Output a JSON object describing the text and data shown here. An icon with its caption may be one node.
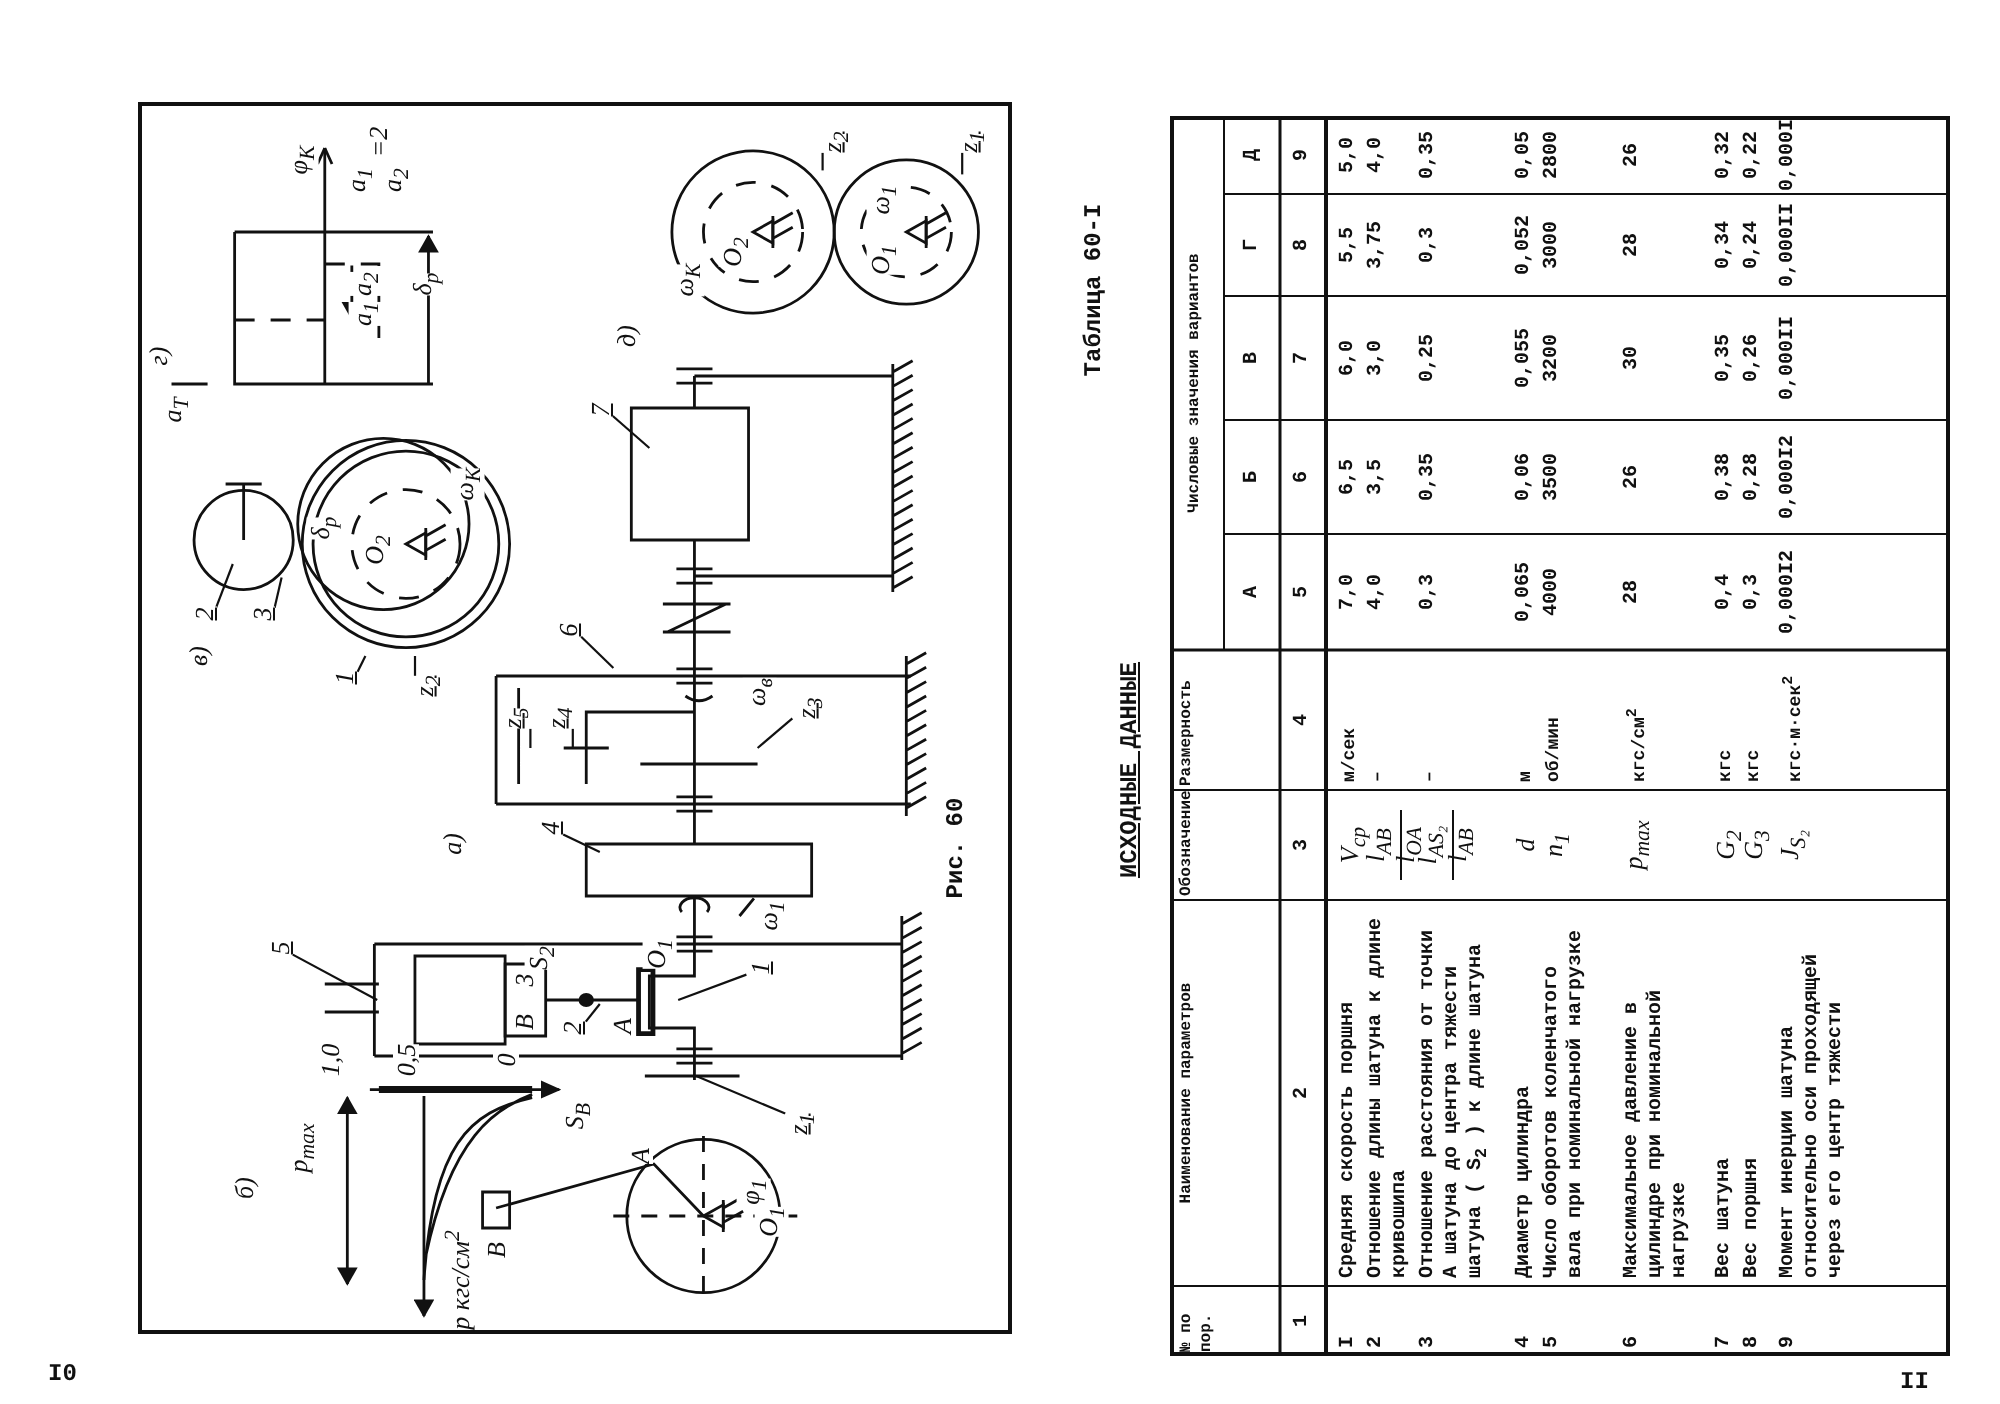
{
  "diagram": {
    "nodes": [
      {
        "text": [
          "5"
        ]
      },
      {
        "text": [
          "2"
        ]
      },
      {
        "text": [
          "1"
        ]
      },
      {
        "text": [
          "z$_{1}$"
        ]
      },
      {
        "text": [
          "4"
        ]
      },
      {
        "text": [
          "z$_{5}$"
        ]
      },
      {
        "text": [
          "z$_{4}$"
        ]
      },
      {
        "text": [
          "6"
        ]
      },
      {
        "text": [
          "z$_{3}$"
        ]
      },
      {
        "text": [
          "7"
        ]
      },
      {
        "text": [
          "2"
        ]
      },
      {
        "text": [
          "3"
        ]
      },
      {
        "text": [
          "1"
        ]
      },
      {
        "text": [
          "z$_{2}$"
        ]
      },
      {
        "text": [
          "z$_{2}$"
        ]
      },
      {
        "text": [
          "z$_{1}$"
        ]
      }
    ],
    "edges": [
      {
        "from": 0,
        "to": null,
        "arrow": "none"
      },
      {
        "from": 1,
        "to": null,
        "arrow": "none"
      },
      {
        "from": 2,
        "to": null,
        "arrow": "none"
      },
      {
        "from": 3,
        "to": null,
        "arrow": "none"
      },
      {
        "from": 4,
        "to": null,
        "arrow": "none"
      },
      {
        "from": 5,
        "to": null,
        "arrow": "none"
      },
      {
        "from": 6,
        "to": null,
        "arrow": "none"
      },
      {
        "from": 7,
        "to": null,
        "arrow": "none"
      },
      {
        "from": 8,
        "to": null,
        "arrow": "none"
      },
      {
        "from": 9,
        "to": null,
        "arrow": "none"
      },
      {
        "from": 10,
        "to": null,
        "arrow": "none"
      },
      {
        "from": 11,
        "to": null,
        "arrow": "none"
      },
      {
        "from": 12,
        "to": null,
        "arrow": "none"
      },
      {
        "from": 13,
        "to": null,
        "arrow": "none"
      },
      {
        "from": 14,
        "to": null,
        "arrow": "none"
      },
      {
        "from": 15,
        "to": null,
        "arrow": "none"
      }
    ],
    "labels": [
      "б)",
      "p$_{max}$",
      "p кгс/см$^{2}$",
      "1,0",
      "0,5",
      "0",
      "S$_{B}$",
      "A",
      "φ$_{1}$",
      "O$_{1}$",
      "В",
      "В",
      "3",
      "S$_{2}$",
      "A",
      "O$_{1}$",
      "ω$_{1}$",
      "а)",
      "Рис. 60",
      "ω$_{в}$",
      "д)",
      "в)",
      "δ$_{p}$",
      "O$_{2}$",
      "ω$_{K}$",
      "a$_{T}$",
      "г)",
      "a$_{1}$",
      "a$_{2}$",
      "δ$_{p}$",
      "φ$_{K}$",
      "a$_{1}$",
      "a$_{2}$",
      "=2",
      "ω$_{K}$",
      "O$_{2}$",
      "ω$_{1}$",
      "O$_{1}$",
      "I0",
      "Таблица 60-I",
      "ИСХОДНЫЕ ДАННЫЕ",
      "№ по пор.",
      "Наименование параметров",
      "Обозначение",
      "Размерность",
      "Числовые значения вариантов",
      "А",
      "Б",
      "В",
      "Г",
      "Д",
      "1",
      "2",
      "3",
      "4",
      "5",
      "6",
      "7",
      "8",
      "9",
      "I",
      "Средняя скорость поршня",
      "V$_{ср}$",
      "м/сек",
      "7,0",
      "6,5",
      "6,0",
      "5,5",
      "5,0",
      "2",
      "Отношение длины шатуна к длине кривошипа",
      "l$_{AB}$",
      "l$_{OA}$",
      "–",
      "4,0",
      "3,5",
      "3,0",
      "3,75",
      "4,0",
      "3",
      "Отношение расстояния от точки А шатуна до центра тяжести шатуна ( S$_{2}$ ) к длине шатуна",
      "l$_{AS₂}$",
      "l$_{AB}$",
      "–",
      "0,3",
      "0,35",
      "0,25",
      "0,3",
      "0,35",
      "4",
      "Диаметр цилиндра",
      "d",
      "м",
      "0,065",
      "0,06",
      "0,055",
      "0,052",
      "0,05",
      "5",
      "Число оборотов коленчатого вала при номинальной нагрузке",
      "n$_{1}$",
      "об/мин",
      "4000",
      "3500",
      "3200",
      "3000",
      "2800",
      "6",
      "Максимальное давление в цилиндре при номинальной нагрузке",
      "p$_{max}$",
      "кгс/см$^{2}$",
      "28",
      "26",
      "30",
      "28",
      "26",
      "7",
      "Вес шатуна",
      "G$_{2}$",
      "кгс",
      "0,4",
      "0,38",
      "0,35",
      "0,34",
      "0,32",
      "8",
      "Вес поршня",
      "G$_{3}$",
      "кгс",
      "0,3",
      "0,28",
      "0,26",
      "0,24",
      "0,22",
      "9",
      "Момент инерции шатуна относительно оси проходящей через его центр тяжести",
      "J$_{S₂}$",
      "кгс·м·сек$^{2}$",
      "0,000I2",
      "0,000I2",
      "0,000II",
      "0,000II",
      "0,000I",
      "II"
    ]
  }
}
